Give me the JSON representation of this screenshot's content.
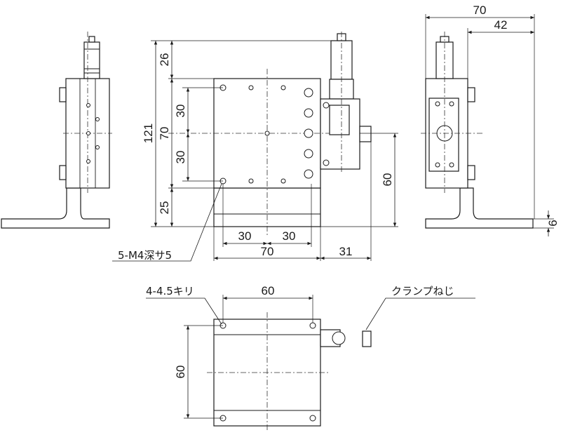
{
  "dimensions": {
    "side_width": "70",
    "side_offset": "42",
    "top_gap": "26",
    "overall_height": "121",
    "center_span": "70",
    "upper_pitch": "30",
    "lower_pitch": "30",
    "bottom_gap": "25",
    "clamp_height": "60",
    "base_thickness": "6",
    "hole_pitch_left": "30",
    "hole_pitch_right": "30",
    "table_width": "70",
    "clamp_offset": "31",
    "base_hole_pitch_x": "60",
    "base_hole_pitch_y": "60"
  },
  "labels": {
    "tapped_holes": "5-M4深サ5",
    "through_holes": "4-4.5キリ",
    "clamp_screw": "クランプねじ"
  }
}
